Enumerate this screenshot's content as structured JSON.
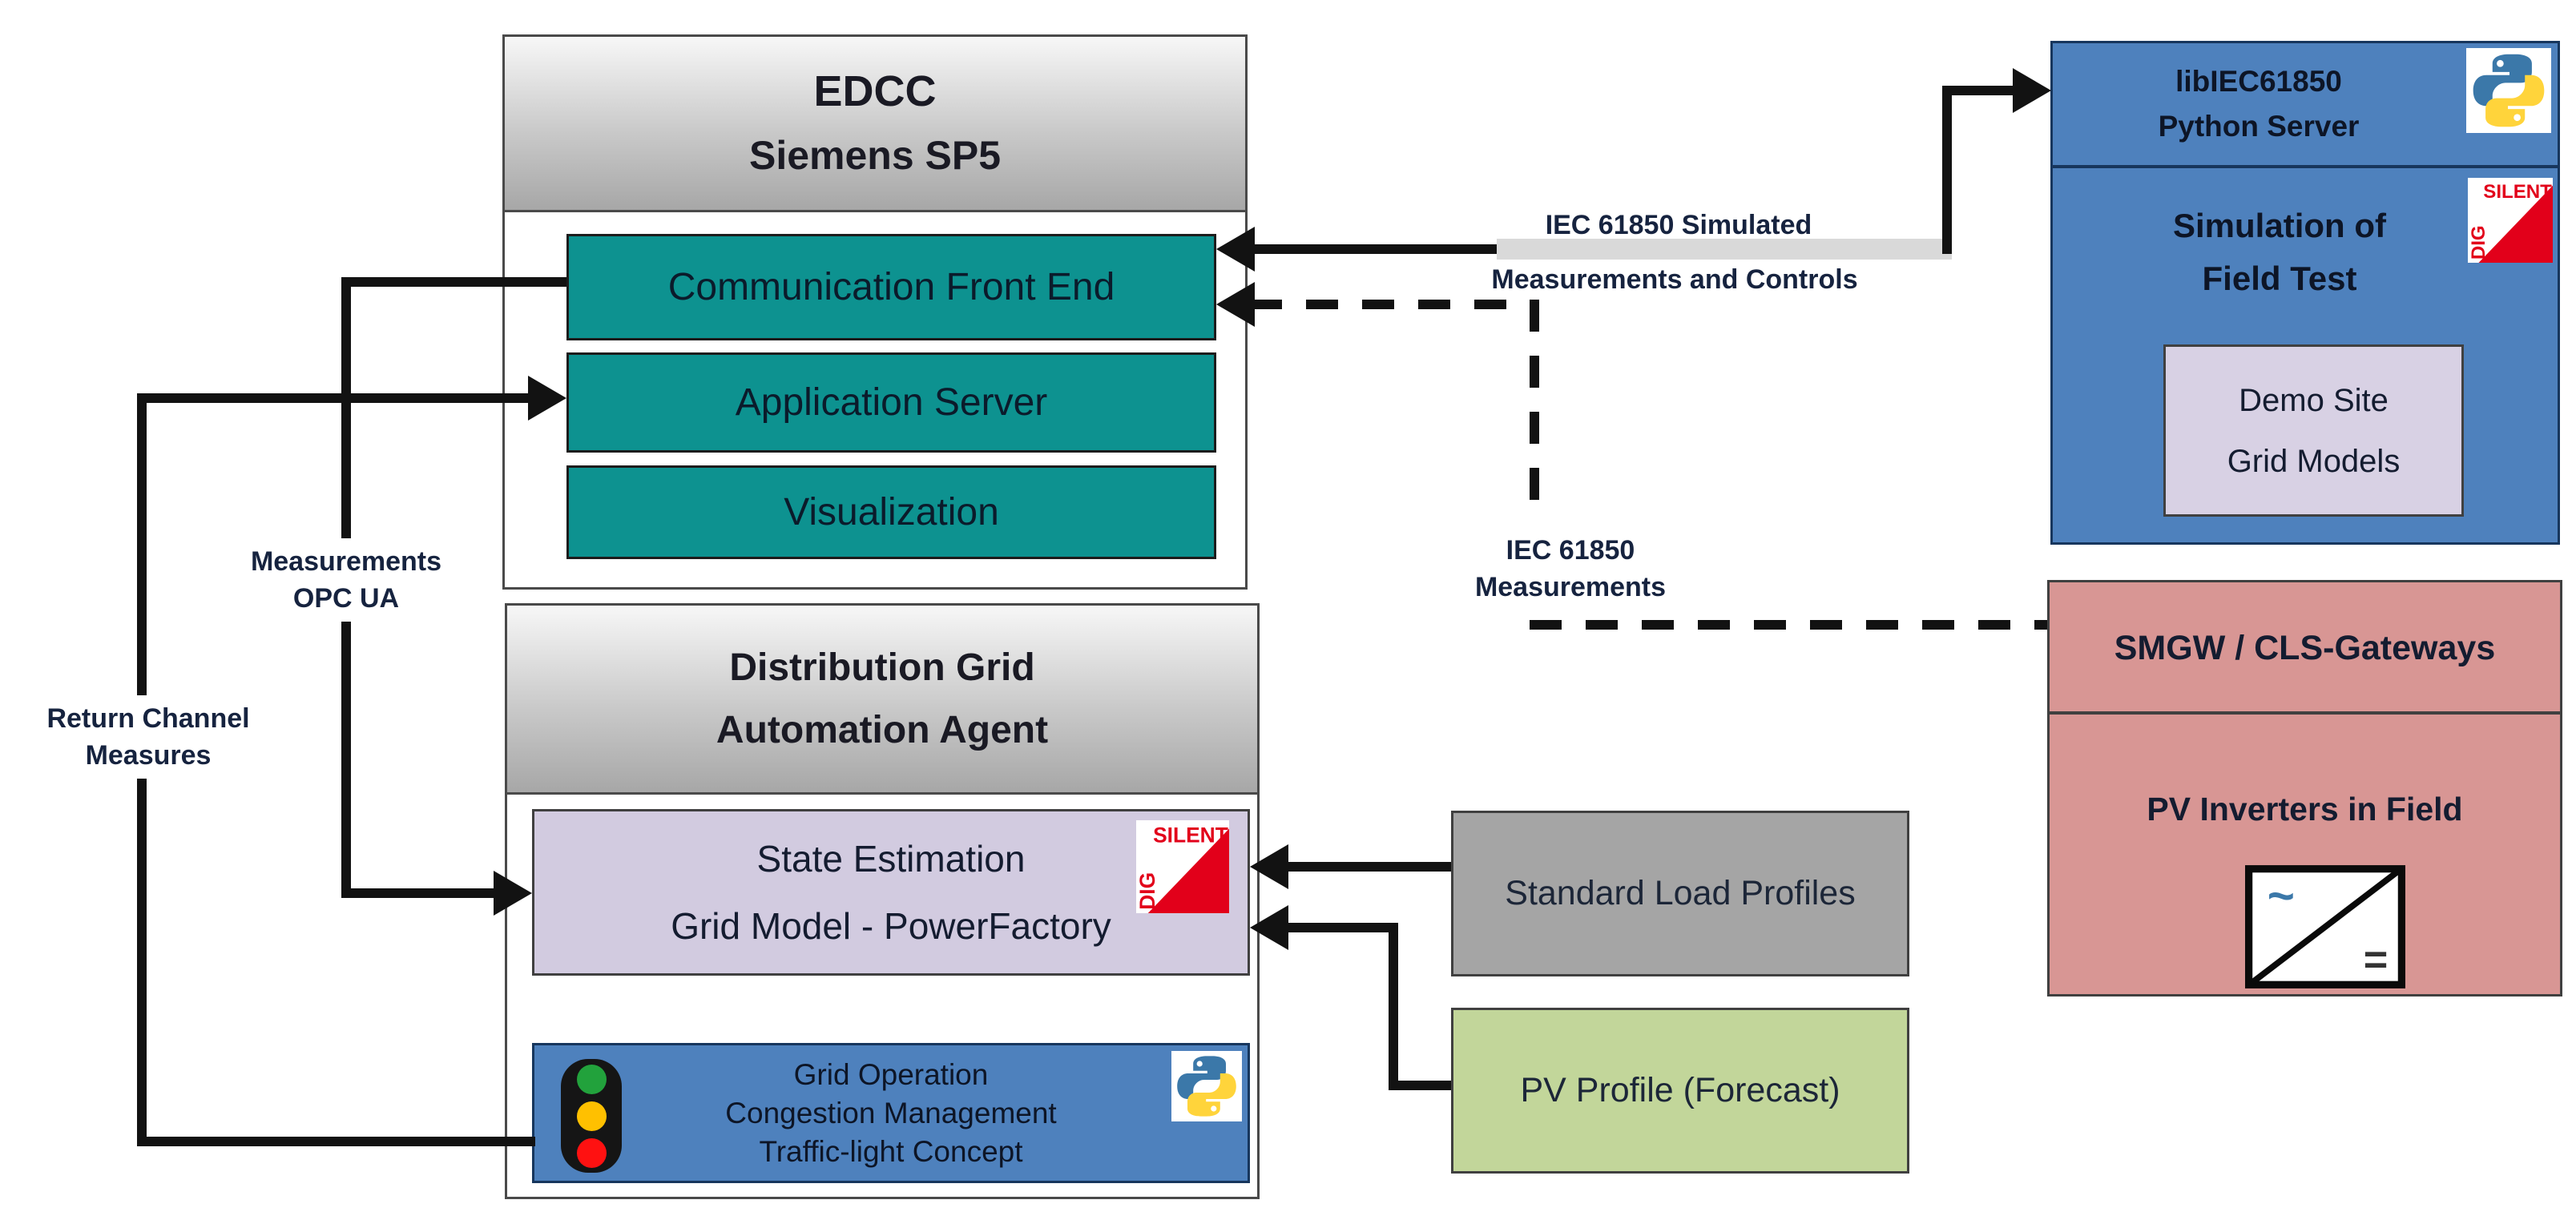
{
  "diagram": {
    "edcc": {
      "title_line1": "EDCC",
      "title_line2": "Siemens SP5",
      "items": [
        {
          "label": "Communication Front End"
        },
        {
          "label": "Application Server"
        },
        {
          "label": "Visualization"
        }
      ]
    },
    "dgaa": {
      "title_line1": "Distribution Grid",
      "title_line2": "Automation Agent",
      "state_estimation": {
        "line1": "State Estimation",
        "line2": "Grid Model - PowerFactory"
      },
      "grid_operation": {
        "line1": "Grid Operation",
        "line2": "Congestion Management",
        "line3": "Traffic-light Concept"
      }
    },
    "libiec": {
      "header_line1": "libIEC61850",
      "header_line2": "Python Server",
      "body_line1": "Simulation of",
      "body_line2": "Field Test",
      "demo_line1": "Demo Site",
      "demo_line2": "Grid Models"
    },
    "smgw": {
      "header": "SMGW / CLS-Gateways",
      "body": "PV Inverters in Field"
    },
    "slp": {
      "label": "Standard Load Profiles"
    },
    "pv": {
      "label": "PV Profile (Forecast)"
    },
    "connector_labels": {
      "iec_sim_line1": "IEC 61850 Simulated",
      "iec_sim_line2": "Measurements and Controls",
      "iec_meas_line1": "IEC 61850",
      "iec_meas_line2": "Measurements",
      "opcua_line1": "Measurements",
      "opcua_line2": "OPC UA",
      "return_line1": "Return Channel",
      "return_line2": "Measures"
    },
    "digsilent_logo": {
      "top_text": "SILENT",
      "side_text": "DIG"
    },
    "inverter_symbol": {
      "ac": "~",
      "dc": "="
    },
    "icons": {
      "python": "python-logo-icon",
      "digsilent": "digsilent-logo-icon",
      "traffic_light": "traffic-light-icon",
      "inverter": "inverter-symbol-icon"
    },
    "colors": {
      "teal": "#0D9290",
      "blue": "#4E81BD",
      "salmon": "#D89694",
      "green": "#C2D69A",
      "gray": "#A5A5A5",
      "purple": "#D2CBE0",
      "demo_purple": "#D8D1E4",
      "digsilent_red": "#E2001A",
      "python_blue": "#3B78A9",
      "python_yellow": "#FFD43B",
      "traffic_green": "#22A23C",
      "traffic_amber": "#FFC000",
      "traffic_red": "#FF1111",
      "line_black": "#121212",
      "label_strip_gray": "#D9D9D9"
    }
  }
}
